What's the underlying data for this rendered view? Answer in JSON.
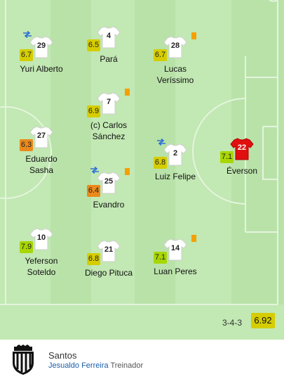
{
  "team": {
    "name": "Santos",
    "coach_name": "Jesualdo Ferreira",
    "coach_role": "Treinador",
    "formation": "3-4-3",
    "rating": "6.92"
  },
  "colors": {
    "pitch_light": "#c2e8b3",
    "pitch_dark": "#b5e0a5",
    "rating_yellow": "#d6cd00",
    "rating_orange": "#ea8a1b",
    "rating_green": "#a8d600",
    "card_yellow": "#f5a000",
    "sub_icon": "#2b6fd6",
    "goalkeeper_shirt": "#e10f0f"
  },
  "players": [
    {
      "number": "29",
      "name": "Yuri Alberto",
      "rating": "6.7",
      "rating_color": "yellow",
      "card": false,
      "sub": true
    },
    {
      "number": "4",
      "name": "Pará",
      "rating": "6.5",
      "rating_color": "yellow",
      "card": false,
      "sub": false
    },
    {
      "number": "28",
      "name": "Lucas Veríssimo",
      "rating": "6.7",
      "rating_color": "yellow",
      "card": true,
      "sub": false
    },
    {
      "number": "7",
      "name": "(c) Carlos Sánchez",
      "rating": "6.9",
      "rating_color": "yellow",
      "card": true,
      "sub": false
    },
    {
      "number": "27",
      "name": "Eduardo Sasha",
      "rating": "6.3",
      "rating_color": "orange",
      "card": false,
      "sub": false
    },
    {
      "number": "2",
      "name": "Luiz Felipe",
      "rating": "6.8",
      "rating_color": "yellow",
      "card": false,
      "sub": true
    },
    {
      "number": "22",
      "name": "Éverson",
      "rating": "7.1",
      "rating_color": "green",
      "card": false,
      "sub": false,
      "goalkeeper": true
    },
    {
      "number": "25",
      "name": "Evandro",
      "rating": "6.4",
      "rating_color": "orange",
      "card": true,
      "sub": true
    },
    {
      "number": "10",
      "name": "Yeferson Soteldo",
      "rating": "7.9",
      "rating_color": "green",
      "card": false,
      "sub": false
    },
    {
      "number": "21",
      "name": "Diego Pituca",
      "rating": "6.8",
      "rating_color": "yellow",
      "card": false,
      "sub": false
    },
    {
      "number": "14",
      "name": "Luan Peres",
      "rating": "7.1",
      "rating_color": "green",
      "card": true,
      "sub": false
    }
  ]
}
